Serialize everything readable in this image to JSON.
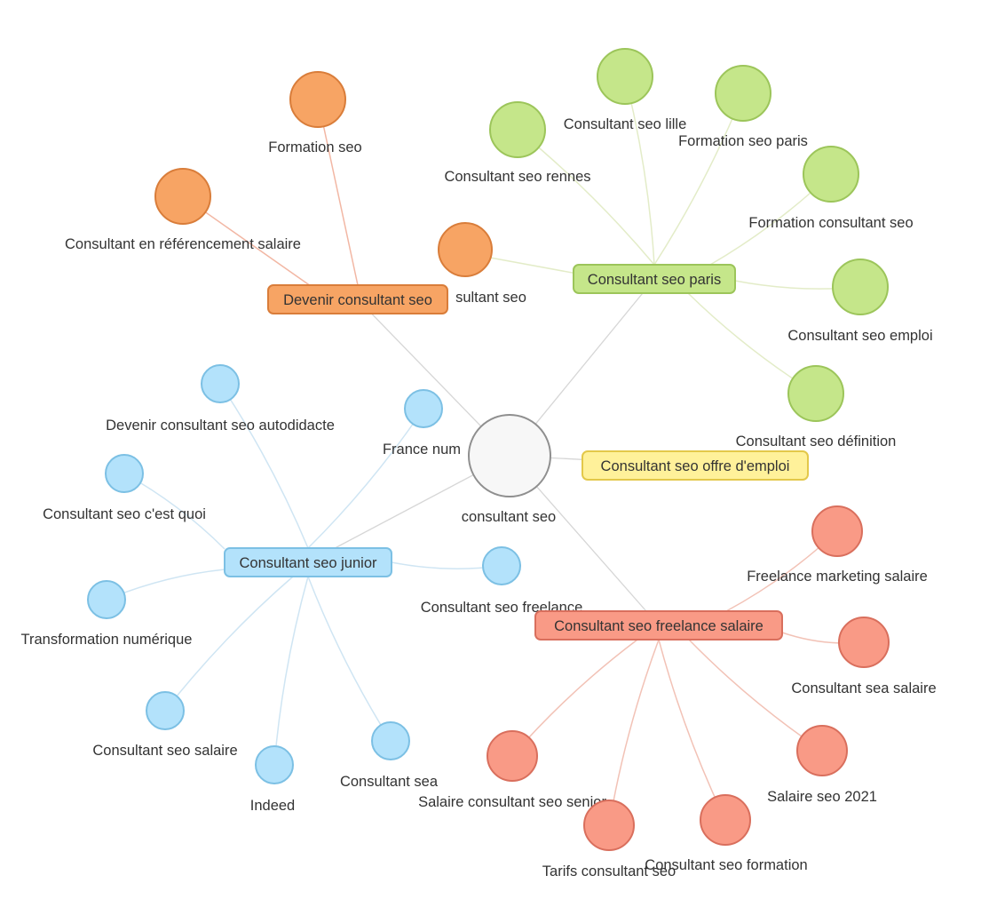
{
  "root": {
    "label": "consultant seo"
  },
  "groups": [
    {
      "id": "orange",
      "color": "#f7a464",
      "stroke": "#d97d3a",
      "edge_color": "#f2b7a4",
      "hub": "Devenir consultant seo",
      "children": [
        "Formation seo",
        "Consultant en référencement salaire",
        "sultant seo"
      ]
    },
    {
      "id": "green",
      "color": "#c5e68a",
      "stroke": "#9cc55a",
      "edge_color": "#e3ecc8",
      "hub": "Consultant seo paris",
      "children": [
        "Consultant seo lille",
        "Formation seo paris",
        "Consultant seo rennes",
        "Formation consultant seo",
        "Consultant seo emploi",
        "Consultant seo définition"
      ]
    },
    {
      "id": "yellow",
      "color": "#fff19a",
      "stroke": "#e3c84a",
      "edge_color": "#dddddd",
      "hub": "Consultant seo offre d'emploi",
      "children": []
    },
    {
      "id": "blue",
      "color": "#b3e2fb",
      "stroke": "#7cc0e4",
      "edge_color": "#cfe5f3",
      "hub": "Consultant seo junior",
      "children": [
        "Devenir consultant seo autodidacte",
        "France num",
        "Consultant seo c'est quoi",
        "Consultant seo freelance",
        "Transformation numérique",
        "Consultant seo salaire",
        "Indeed",
        "Consultant sea"
      ]
    },
    {
      "id": "red",
      "color": "#f99a86",
      "stroke": "#d96f5d",
      "edge_color": "#f2c2b6",
      "hub": "Consultant seo freelance salaire",
      "children": [
        "Freelance marketing salaire",
        "Consultant sea salaire",
        "Salaire seo 2021",
        "Salaire consultant seo senior",
        "Tarifs consultant seo",
        "Consultant seo formation"
      ]
    }
  ]
}
